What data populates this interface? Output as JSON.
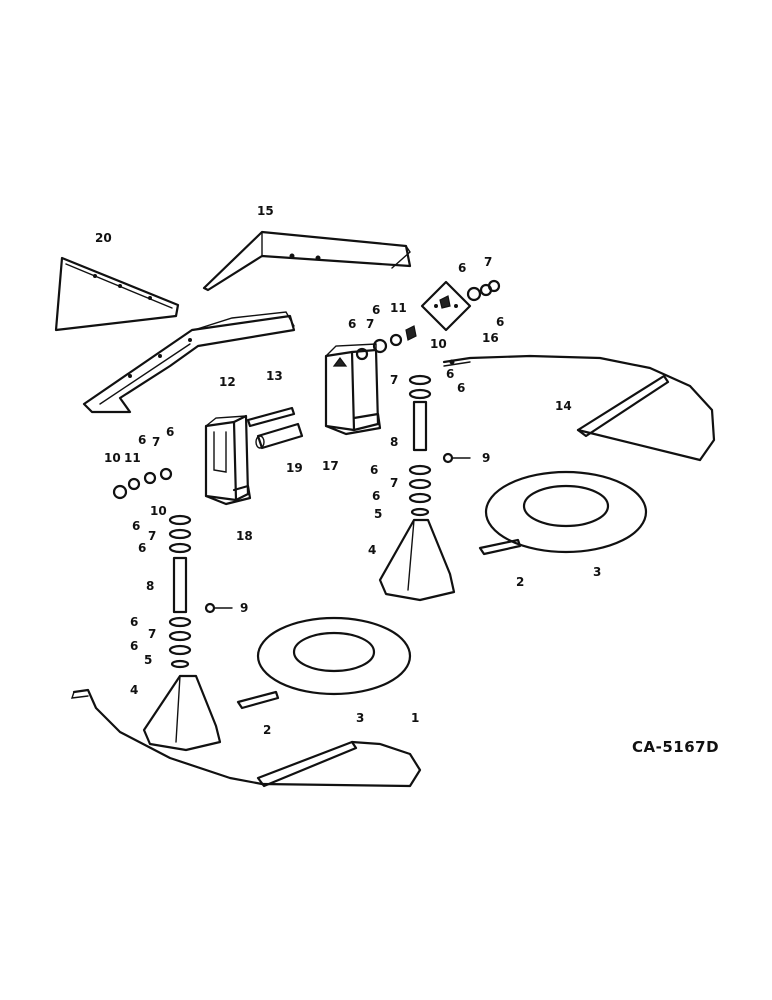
{
  "diagram": {
    "drawing_code": "CA-5167D",
    "callouts": {
      "c1": "1",
      "c2a": "2",
      "c2b": "2",
      "c3a": "3",
      "c3b": "3",
      "c4a": "4",
      "c4b": "4",
      "c5a": "5",
      "c5b": "5",
      "c6a": "6",
      "c6b": "6",
      "c6c": "6",
      "c6d": "6",
      "c6e": "6",
      "c6f": "6",
      "c6g": "6",
      "c6h": "6",
      "c6i": "6",
      "c6j": "6",
      "c6k": "6",
      "c6l": "6",
      "c6m": "6",
      "c6n": "6",
      "c7a": "7",
      "c7b": "7",
      "c7c": "7",
      "c7d": "7",
      "c7e": "7",
      "c7f": "7",
      "c7g": "7",
      "c8a": "8",
      "c8b": "8",
      "c9a": "9",
      "c9b": "9",
      "c10a": "10",
      "c10b": "10",
      "c10c": "10",
      "c11a": "11",
      "c11b": "11",
      "c12": "12",
      "c13": "13",
      "c14": "14",
      "c15": "15",
      "c16": "16",
      "c17": "17",
      "c18": "18",
      "c19": "19",
      "c20": "20"
    }
  }
}
